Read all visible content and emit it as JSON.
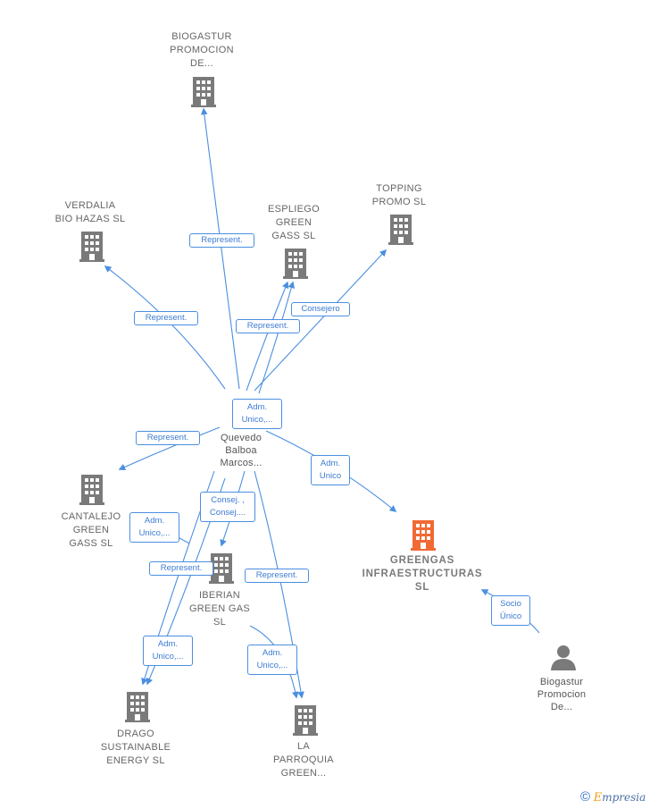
{
  "colors": {
    "edge": "#4a8fe0",
    "company_icon": "#7a7a7a",
    "main_company_icon": "#f06a35",
    "person_icon": "#7a7a7a"
  },
  "nodes": {
    "biogastur_top": "BIOGASTUR\nPROMOCION\nDE...",
    "verdalia": "VERDALIA\nBIO HAZAS  SL",
    "espliego": "ESPLIEGO\nGREEN\nGASS  SL",
    "topping": "TOPPING\nPROMO SL",
    "quevedo": "Quevedo\nBalboa\nMarcos...",
    "cantalejo": "CANTALEJO\nGREEN\nGASS  SL",
    "greengas": "GREENGAS\nINFRAESTRUCTURAS\nSL",
    "iberian": "IBERIAN\nGREEN GAS\nSL",
    "drago": "DRAGO\nSUSTAINABLE\nENERGY  SL",
    "parroquia": "LA\nPARROQUIA\nGREEN...",
    "biogastur_person": "Biogastur\nPromocion\nDe..."
  },
  "edge_labels": {
    "e_biogastur": "Represent.",
    "e_verdalia": "Represent.",
    "e_espliego_rep": "Represent.",
    "e_topping": "Consejero",
    "e_espliego_adm": "Adm.\nUnico,...",
    "e_cantalejo_rep": "Represent.",
    "e_greengas": "Adm.\nUnico",
    "e_iberian_cons": "Consej. ,\nConsej....",
    "e_cantalejo_adm": "Adm.\nUnico,...",
    "e_drago_rep": "Represent.",
    "e_parroquia_rep": "Represent.",
    "e_drago_adm": "Adm.\nUnico,...",
    "e_parroquia_adm": "Adm.\nUnico,...",
    "e_socio": "Socio\nÚnico"
  },
  "brand": {
    "copyright": "©",
    "e": "E",
    "rest": "mpresia"
  }
}
